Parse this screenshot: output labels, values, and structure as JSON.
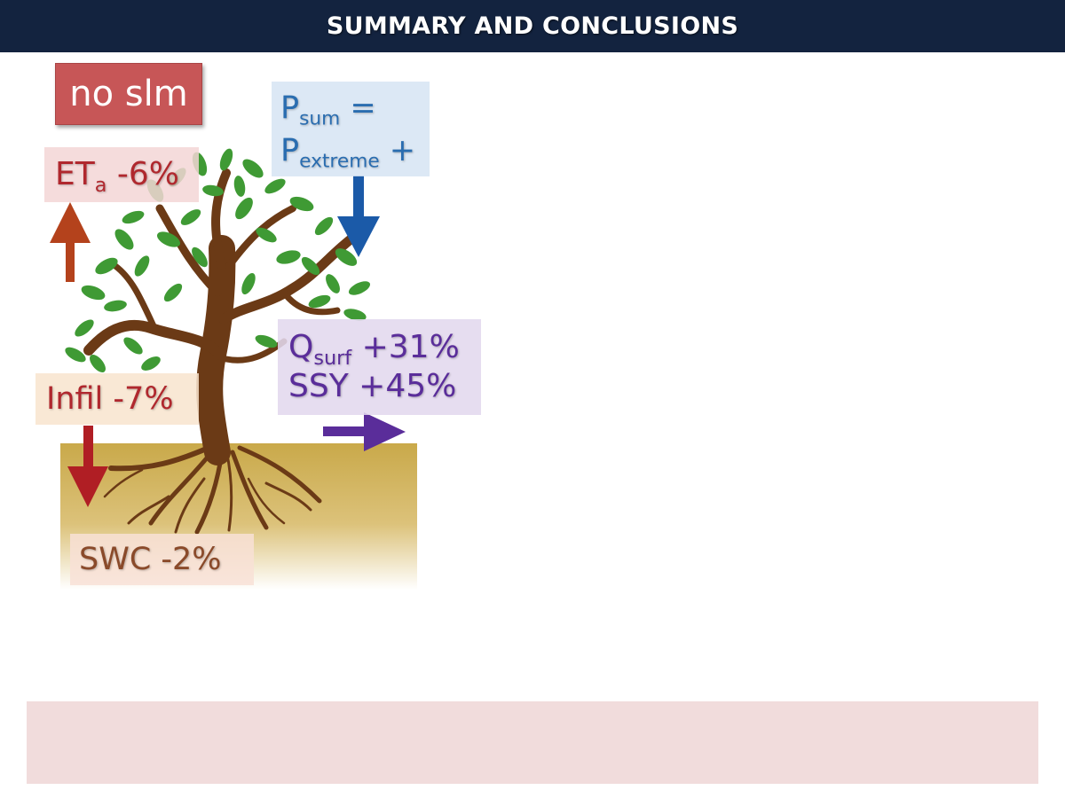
{
  "header": {
    "title": "SUMMARY AND CONCLUSIONS"
  },
  "diagram": {
    "scenario_label": "no slm",
    "evapotranspiration": {
      "symbol": "ET",
      "subscript": "a",
      "change": "-6%"
    },
    "precipitation": {
      "line1_symbol": "P",
      "line1_subscript": "sum",
      "line1_suffix": " =",
      "line2_symbol": "P",
      "line2_subscript": "extreme",
      "line2_suffix": " +"
    },
    "surface_runoff": {
      "symbol": "Q",
      "subscript": "surf",
      "change": "+31%"
    },
    "sediment_yield": {
      "label": "SSY",
      "change": "+45%"
    },
    "infiltration": {
      "label": "Infil",
      "change": "-7%"
    },
    "soil_water": {
      "label": "SWC",
      "change": "-2%"
    }
  },
  "colors": {
    "title_bar": "#13233f",
    "scenario_box": "#c75657",
    "et_arrow": "#b4421c",
    "precip_arrow": "#1b5aa8",
    "runoff_arrow": "#5a2d9a",
    "infil_arrow": "#b01e24",
    "soil": "#c9a94a",
    "trunk": "#6b3a16",
    "leaf": "#3f9a34",
    "bottom_band": "#f1dcdc"
  }
}
